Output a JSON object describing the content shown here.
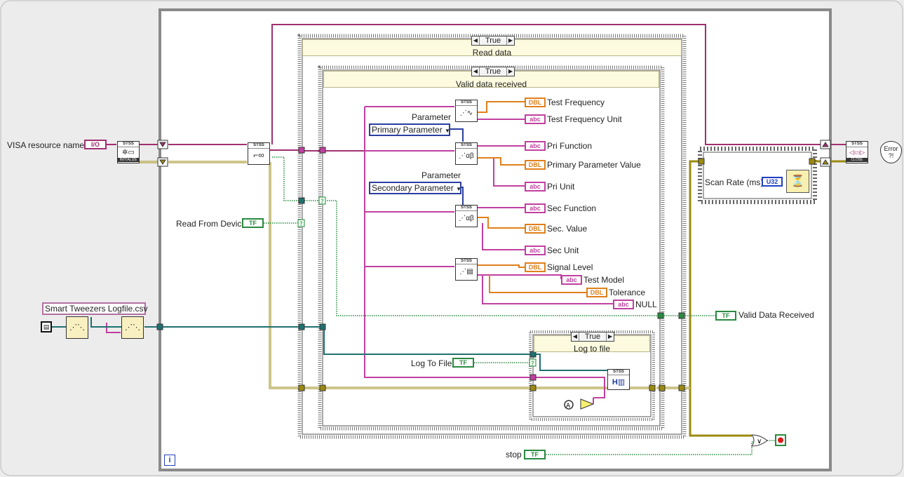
{
  "frames": {
    "outer_case": {
      "selector": "True",
      "title": "Read data"
    },
    "inner_case": {
      "selector": "True",
      "title": "Valid data received"
    },
    "log_case": {
      "selector": "True",
      "title": "Log to file"
    }
  },
  "controls": {
    "visa_resource": {
      "label": "VISA resource name",
      "type": "I/O"
    },
    "read_from_device": {
      "label": "Read From Device",
      "type": "TF"
    },
    "logfile_path": "Smart Tweezers Logfile.csv",
    "log_to_file": {
      "label": "Log To File",
      "type": "TF"
    },
    "stop": {
      "label": "stop",
      "type": "TF"
    },
    "scan_rate": {
      "label": "Scan Rate (ms)",
      "type": "U32"
    }
  },
  "params": {
    "primary": {
      "label": "Parameter",
      "value": "Primary Parameter"
    },
    "secondary": {
      "label": "Parameter",
      "value": "Secondary Parameter"
    }
  },
  "indicators": [
    {
      "type": "DBL",
      "label": "Test Frequency"
    },
    {
      "type": "abc",
      "label": "Test Frequency Unit"
    },
    {
      "type": "abc",
      "label": "Pri Function"
    },
    {
      "type": "DBL",
      "label": "Primary Parameter Value"
    },
    {
      "type": "abc",
      "label": "Pri Unit"
    },
    {
      "type": "abc",
      "label": "Sec Function"
    },
    {
      "type": "DBL",
      "label": "Sec. Value"
    },
    {
      "type": "abc",
      "label": "Sec Unit"
    },
    {
      "type": "DBL",
      "label": "Signal Level"
    },
    {
      "type": "abc",
      "label": "Test Model"
    },
    {
      "type": "DBL",
      "label": "Tolerance"
    },
    {
      "type": "abc",
      "label": "NULL"
    }
  ],
  "valid_data": {
    "type": "TF",
    "label": "Valid Data Received"
  },
  "subvis": {
    "initialize": {
      "header": "STSS",
      "caption": "INITIALIZE"
    },
    "read": {
      "header": "STSS"
    },
    "freq": {
      "header": "STSS"
    },
    "pri": {
      "header": "STSS"
    },
    "sec": {
      "header": "STSS"
    },
    "model": {
      "header": "STSS"
    },
    "log": {
      "header": "STSS"
    },
    "close": {
      "header": "STSS",
      "caption": "CLOSE"
    }
  },
  "error_icon": "Error ?!",
  "info_glyph": "i",
  "colors": {
    "wire_error": "#9b8a10",
    "wire_visa": "#a03070",
    "wire_dbl": "#e0801c",
    "wire_string": "#c040a0",
    "wire_bool": "#2a8a40",
    "wire_path": "#207070",
    "enum": "#2a3fa0"
  }
}
